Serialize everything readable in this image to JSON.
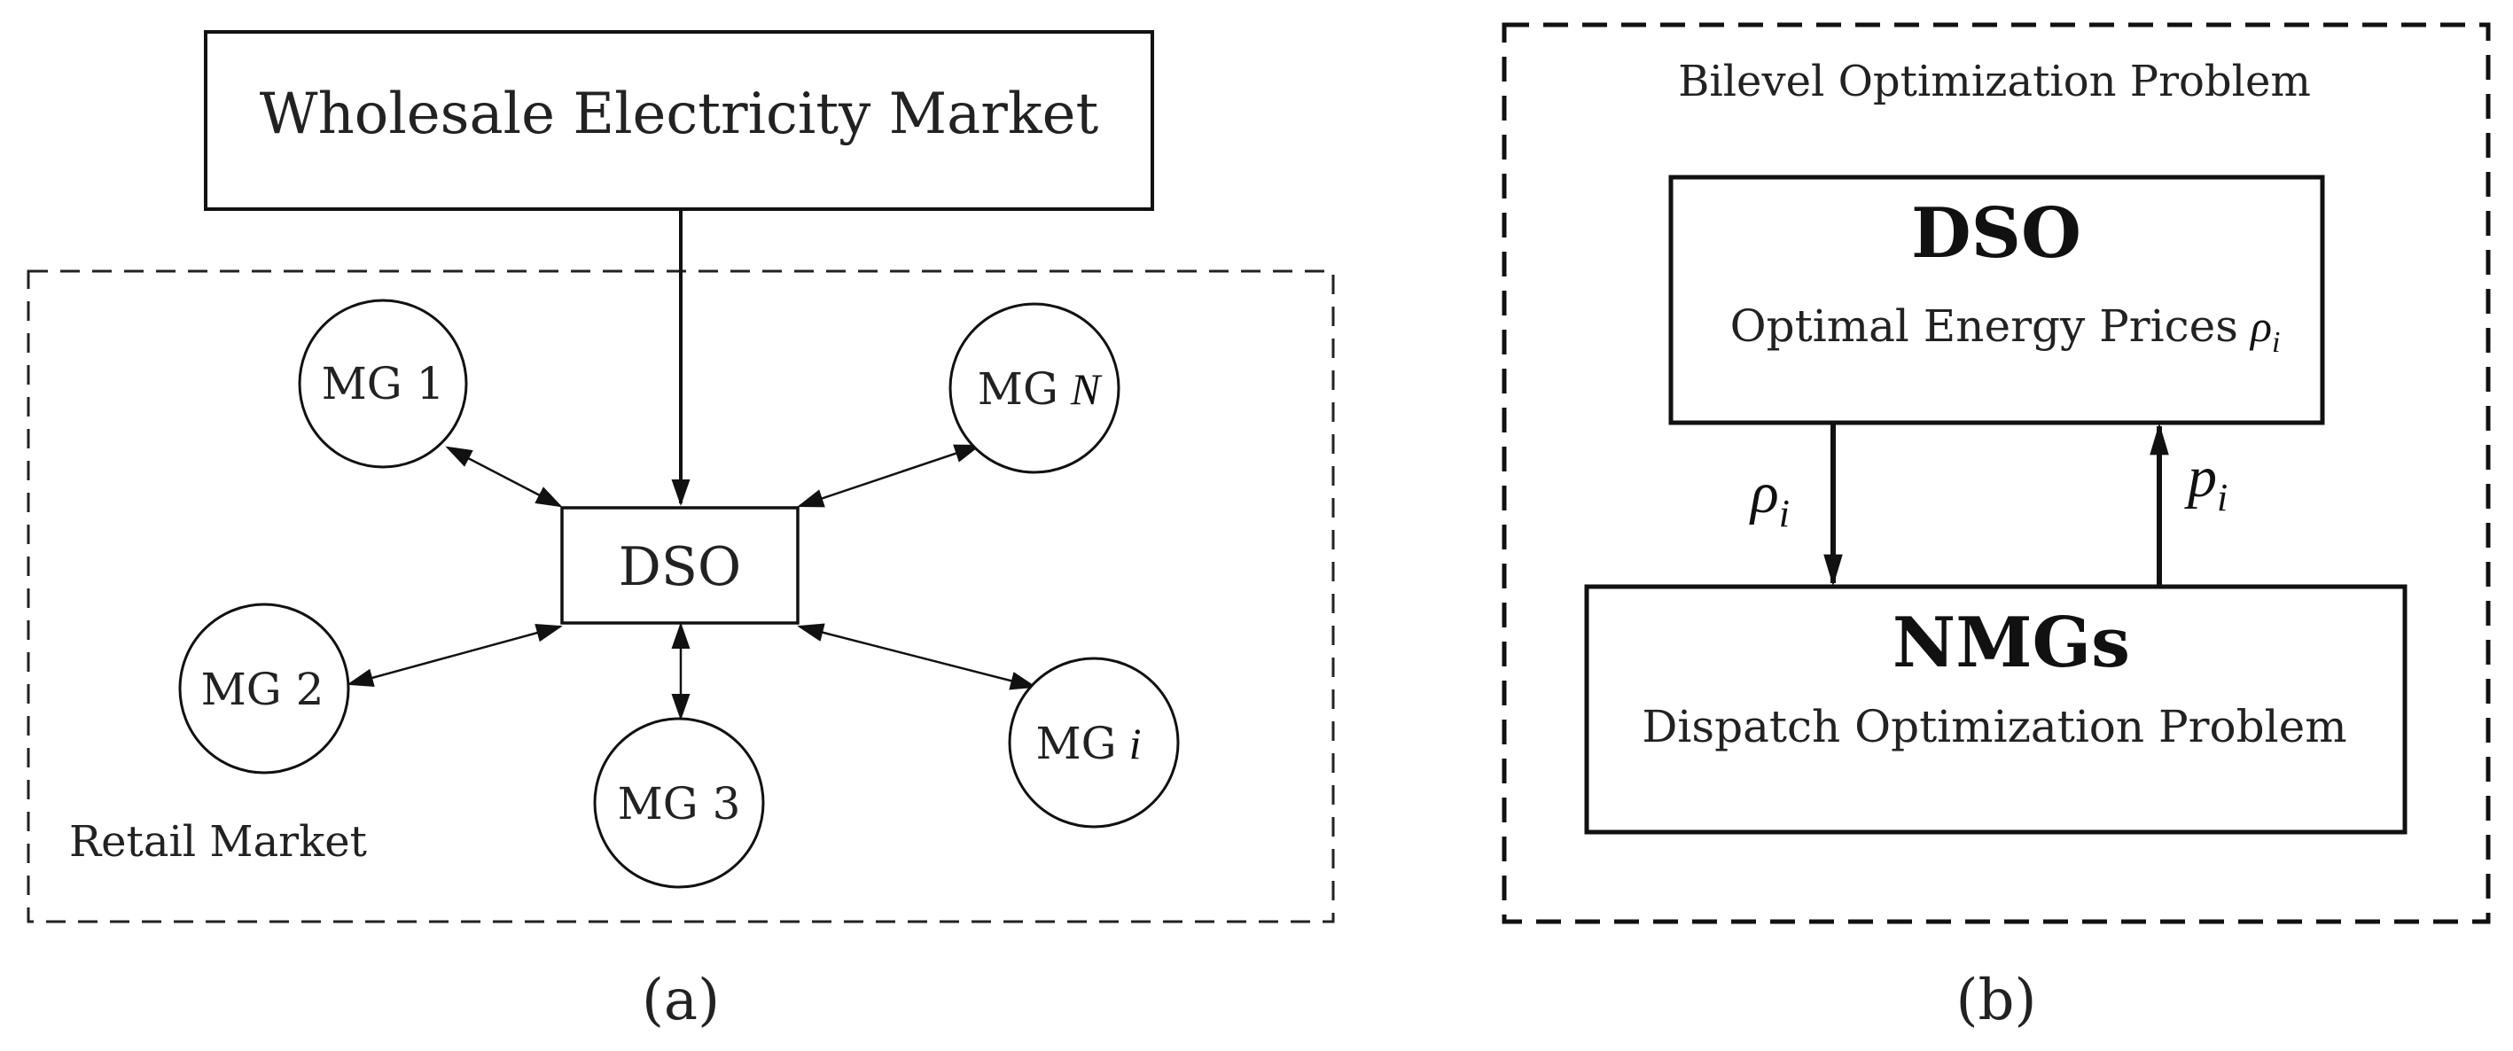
{
  "panel_a": {
    "wholesale_label": "Wholesale Electricity Market",
    "retail_label": "Retail Market",
    "dso_label": "DSO",
    "mg_1": "MG 1",
    "mg_2": "MG 2",
    "mg_3": "MG 3",
    "mg_n_prefix": "MG",
    "mg_n_var": "N",
    "mg_i_prefix": "MG",
    "mg_i_var": "i",
    "caption": "(a)"
  },
  "panel_b": {
    "title": "Bilevel Optimization Problem",
    "dso_title": "DSO",
    "dso_subtitle_prefix": "Optimal Energy Prices",
    "rho_symbol": "ρ",
    "p_symbol": "p",
    "sub_i": "i",
    "nmgs_title": "NMGs",
    "nmgs_subtitle": "Dispatch Optimization Problem",
    "caption": "(b)"
  }
}
